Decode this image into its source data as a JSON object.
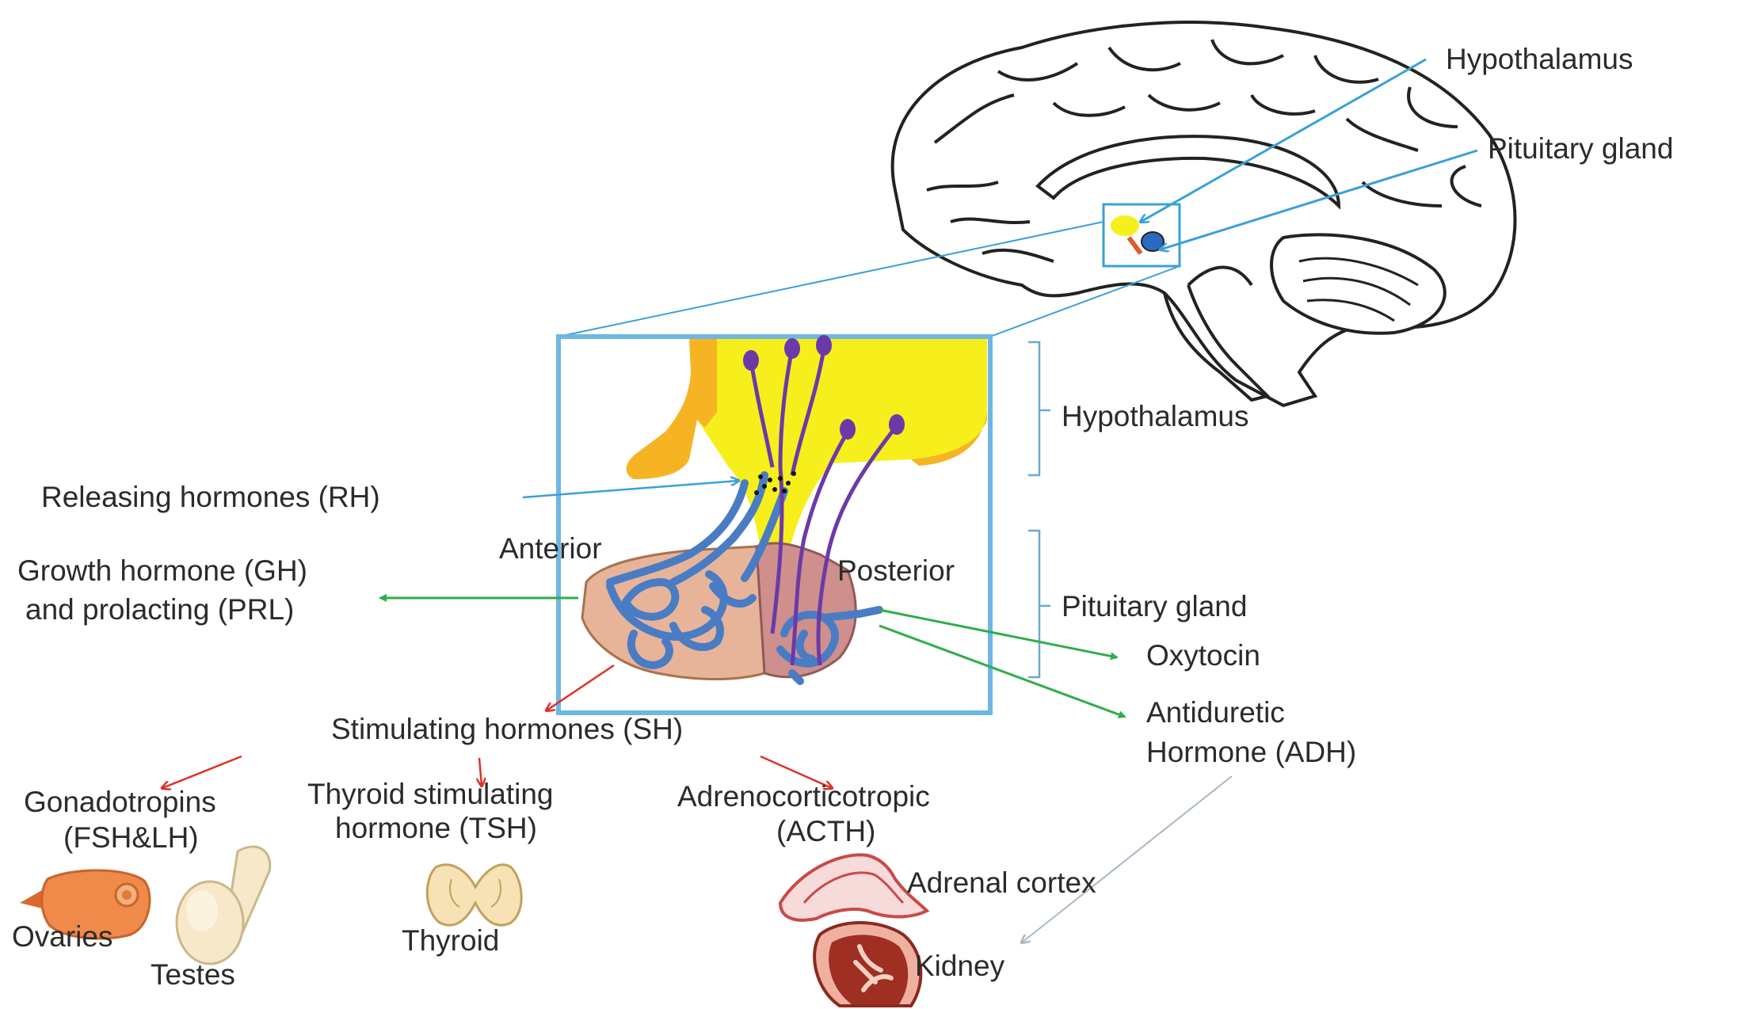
{
  "labels": {
    "hypothalamus_top": "Hypothalamus",
    "pituitary_top": "Pituitary gland",
    "hypothalamus_side": "Hypothalamus",
    "pituitary_side": "Pituitary gland",
    "releasing": "Releasing hormones (RH)",
    "anterior": "Anterior",
    "posterior": "Posterior",
    "gh_line1": "Growth hormone (GH)",
    "gh_line2": "and prolacting (PRL)",
    "oxytocin": "Oxytocin",
    "adh_line1": "Antiduretic",
    "adh_line2": "Hormone (ADH)",
    "stimulating": "Stimulating hormones (SH)",
    "gonado_line1": "Gonadotropins",
    "gonado_line2": "(FSH&LH)",
    "tsh_line1": "Thyroid stimulating",
    "tsh_line2": "hormone (TSH)",
    "acth_line1": "Adrenocorticotropic",
    "acth_line2": "(ACTH)",
    "adrenal": "Adrenal cortex",
    "kidney": "Kidney",
    "ovaries": "Ovaries",
    "testes": "Testes",
    "thyroid": "Thyroid"
  },
  "colors": {
    "pointer_blue": "#3aa0d8",
    "arrow_green": "#2fae4a",
    "arrow_red": "#e0312b",
    "vessel_blue": "#4a7cc4",
    "neuron_purple": "#6b3aa8",
    "hypothalamus_yellow": "#f7ef1c",
    "orange_region": "#f6b423",
    "anterior_pink": "#e7b49a",
    "posterior_pink": "#cf8f8c"
  }
}
